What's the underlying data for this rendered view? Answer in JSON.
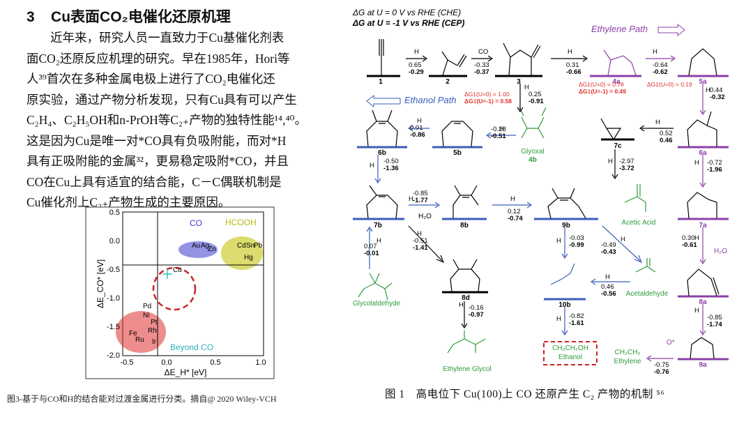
{
  "section": {
    "number": "3",
    "title": "Cu表面CO₂电催化还原机理",
    "body_lines": [
      "近年来，研究人员一直致力于Cu基催化剂表",
      "面CO₂还原反应机理的研究。早在1985年，Hori等",
      "人³⁹首次在多种金属电极上进行了CO₂电催化还",
      "原实验，通过产物分析发现，只有Cu具有可以产生",
      "C₂H₄、C₂H₅OH和n-PrOH等C₂₊产物的独特性能¹⁴,⁴⁰。",
      "这是因为Cu是唯一对*CO具有负吸附能，而对*H",
      "具有正吸附能的金属³²，更易稳定吸附*CO，并且",
      "CO在Cu上具有适宜的结合能，C－C偶联机制是",
      "Cu催化剂上C₂₊产物生成的主要原因。"
    ]
  },
  "fig3": {
    "caption": "图3-基于与CO和H的结合能对过渡金属进行分类。摘自@ 2020 Wiley-VCH",
    "x_axis_label": "ΔE_H* [eV]",
    "y_axis_label": "ΔE_CO* [eV]",
    "x_ticks": [
      "-0.5",
      "0.0",
      "0.5",
      "1.0"
    ],
    "y_ticks": [
      "0.5",
      "0.0",
      "-0.5",
      "-1.0",
      "-1.5",
      "-2.0"
    ],
    "region_labels": {
      "co": "CO",
      "hcooh": "HCOOH",
      "beyond": "Beyond CO"
    },
    "metal_labels": [
      "Au",
      "Ag",
      "Zn",
      "Cd",
      "Sn",
      "Pb",
      "Hg",
      "Cu",
      "Pd",
      "Ni",
      "Pt",
      "Rh",
      "Ru",
      "Ir",
      "Fe"
    ],
    "colors": {
      "co": "#3b3bd0",
      "hcooh": "#c8c820",
      "beyond": "#e03030",
      "cu": "#30c0c0",
      "circle": "#cc2222"
    }
  },
  "fig1": {
    "caption": "图 1　高电位下 Cu(100)上 CO 还原产生 C₂ 产物的机制 ⁵⁶",
    "legend_che": "ΔG at U = 0 V vs RHE (CHE)",
    "legend_cep": "ΔG at U = -1 V vs RHE (CEP)",
    "ethylene_path": "Ethylene Path",
    "ethanol_path": "Ethanol Path",
    "intermediates": [
      "1",
      "2",
      "3",
      "4a",
      "5a",
      "6a",
      "7a",
      "8a",
      "9a",
      "4b",
      "5b",
      "6b",
      "7b",
      "8b",
      "9b",
      "10b",
      "7c",
      "8d"
    ],
    "molecules": {
      "glyoxal": "Glyoxal",
      "acetic_acid": "Acetic Acid",
      "glycolaldehyde": "Glycolaldehyde",
      "acetaldehyde": "Acetaldehyde",
      "ethylene_glycol": "Ethylene Glycol",
      "ethanol_formula": "CH₃CH₂OH",
      "ethanol": "Ethanol",
      "ethylene_formula": "CH₂CH₂",
      "ethylene": "Ethylene"
    },
    "steps": [
      {
        "reagent": "H",
        "che": "0.65",
        "cep": "-0.29"
      },
      {
        "reagent": "CO",
        "che": "-0.33",
        "cep": "-0.37"
      },
      {
        "reagent": "H",
        "che": "0.31",
        "cep": "-0.66"
      },
      {
        "reagent": "H",
        "che": "-0.64",
        "cep": "-0.62"
      },
      {
        "reagent": "H",
        "che": "0.44",
        "cep": "-0.32"
      },
      {
        "reagent": "H",
        "che": "-0.72",
        "cep": "-1.96"
      },
      {
        "reagent": "H",
        "che": "0.30",
        "cep": "-0.61"
      },
      {
        "reagent": "H",
        "che": "-0.85",
        "cep": "-1.74"
      },
      {
        "reagent": "",
        "che": "-0.75",
        "cep": "-0.76"
      },
      {
        "reagent": "H",
        "che": "0.25",
        "cep": "-0.91"
      },
      {
        "reagent": "H",
        "che": "0.52",
        "cep": "0.46"
      },
      {
        "reagent": "H",
        "che": "-2.97",
        "cep": "-3.72"
      },
      {
        "reagent": "H",
        "che": "-0.28",
        "cep": "-0.51"
      },
      {
        "reagent": "H",
        "che": "0.01",
        "cep": "-0.86"
      },
      {
        "reagent": "H",
        "che": "-0.50",
        "cep": "-1.36"
      },
      {
        "reagent": "H",
        "che": "-0.85",
        "cep": "-1.77"
      },
      {
        "reagent": "H",
        "che": "0.12",
        "cep": "-0.74"
      },
      {
        "reagent": "H",
        "che": "-0.03",
        "cep": "-0.99"
      },
      {
        "reagent": "H",
        "che": "-0.82",
        "cep": "-1.61"
      },
      {
        "reagent": "H",
        "che": "-0.49",
        "cep": "-0.43"
      },
      {
        "reagent": "H",
        "che": "0.46",
        "cep": "-0.56"
      },
      {
        "reagent": "H",
        "che": "0.07",
        "cep": "-0.01"
      },
      {
        "reagent": "H",
        "che": "-0.51",
        "cep": "-1.41"
      },
      {
        "reagent": "H",
        "che": "-0.16",
        "cep": "-0.97"
      }
    ],
    "red_notes": {
      "a4_che": "ΔG‡(U=0) = 0.78",
      "a4_cep": "ΔG‡(U=-1) = 0.49",
      "a5_che": "ΔG‡(U=0) = 0.19",
      "b4_che": "ΔG‡(U=0) = 1.00",
      "b4_cep": "ΔG‡(U=-1) = 0.58"
    },
    "side_products": {
      "water": "H₂O",
      "oxygen": "O*"
    }
  }
}
